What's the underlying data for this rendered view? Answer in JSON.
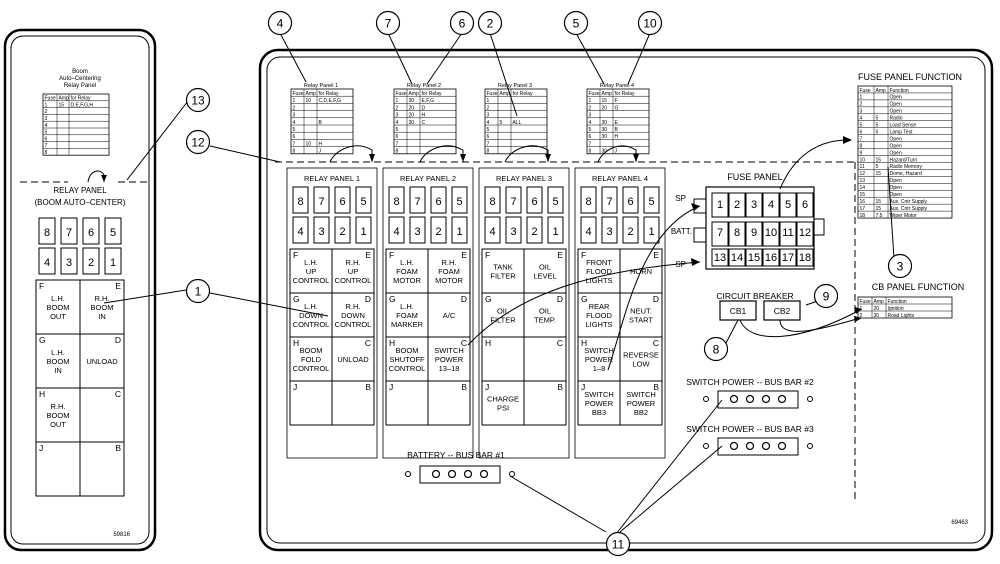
{
  "left_panel": {
    "title_lines": [
      "Boom",
      "Auto–Centering",
      "Relay Panel"
    ],
    "table_header": [
      "Fuse",
      "Amp",
      "for Relay"
    ],
    "table_rows": [
      [
        "1",
        "15",
        "D,E,F,G,H"
      ],
      [
        "2",
        "",
        ""
      ],
      [
        "3",
        "",
        ""
      ],
      [
        "4",
        "",
        ""
      ],
      [
        "5",
        "",
        ""
      ],
      [
        "6",
        "",
        ""
      ],
      [
        "7",
        "",
        ""
      ],
      [
        "8",
        "",
        ""
      ]
    ],
    "panel_label": [
      "RELAY PANEL",
      "(BOOM AUTO–CENTER)"
    ],
    "sockets_top": [
      "8",
      "7",
      "6",
      "5"
    ],
    "sockets_bottom": [
      "4",
      "3",
      "2",
      "1"
    ],
    "relays": [
      {
        "letter": "F",
        "text": [
          "L.H.",
          "BOOM",
          "OUT"
        ]
      },
      {
        "letter": "E",
        "text": [
          "R.H.",
          "BOOM",
          "IN"
        ]
      },
      {
        "letter": "G",
        "text": [
          "L.H.",
          "BOOM",
          "IN"
        ]
      },
      {
        "letter": "D",
        "text": [
          "UNLOAD"
        ]
      },
      {
        "letter": "H",
        "text": [
          "R.H.",
          "BOOM",
          "OUT"
        ]
      },
      {
        "letter": "C",
        "text": []
      },
      {
        "letter": "J",
        "text": []
      },
      {
        "letter": "B",
        "text": []
      }
    ],
    "drawing_number": "59816"
  },
  "relay_tables": [
    {
      "title": "Relay Panel 1",
      "header": [
        "Fuse",
        "Amp",
        "for Relay"
      ],
      "rows": [
        [
          "1",
          "10",
          "C,D,E,F,G"
        ],
        [
          "2",
          "",
          ""
        ],
        [
          "3",
          "",
          ""
        ],
        [
          "4",
          "",
          "B"
        ],
        [
          "5",
          "",
          ""
        ],
        [
          "6",
          "",
          ""
        ],
        [
          "7",
          "10",
          "H"
        ],
        [
          "8",
          "",
          "J"
        ]
      ]
    },
    {
      "title": "Relay Panel 2",
      "header": [
        "Fuse",
        "Amp",
        "for Relay"
      ],
      "rows": [
        [
          "1",
          "30",
          "E,F,G"
        ],
        [
          "2",
          "20",
          "D"
        ],
        [
          "3",
          "20",
          "H"
        ],
        [
          "4",
          "30",
          "C"
        ],
        [
          "5",
          "",
          ""
        ],
        [
          "6",
          "",
          ""
        ],
        [
          "7",
          "",
          ""
        ],
        [
          "8",
          "",
          ""
        ]
      ]
    },
    {
      "title": "Relay Panel 3",
      "header": [
        "Fuse",
        "Amp",
        "for Relay"
      ],
      "rows": [
        [
          "1",
          "",
          ""
        ],
        [
          "2",
          "",
          ""
        ],
        [
          "3",
          "",
          ""
        ],
        [
          "4",
          "5",
          "ALL"
        ],
        [
          "5",
          "",
          ""
        ],
        [
          "6",
          "",
          ""
        ],
        [
          "7",
          "",
          ""
        ],
        [
          "8",
          "",
          ""
        ]
      ]
    },
    {
      "title": "Relay Panel 4",
      "header": [
        "Fuse",
        "Amp",
        "for Relay"
      ],
      "rows": [
        [
          "1",
          "15",
          "F"
        ],
        [
          "2",
          "20",
          "G"
        ],
        [
          "3",
          "",
          ""
        ],
        [
          "4",
          "30",
          "E"
        ],
        [
          "5",
          "30",
          "B"
        ],
        [
          "6",
          "30",
          "H"
        ],
        [
          "7",
          "",
          ""
        ],
        [
          "8",
          "30",
          "J"
        ]
      ]
    }
  ],
  "relay_panels": [
    {
      "title": "RELAY PANEL 1",
      "relays": [
        {
          "letter": "F",
          "text": [
            "L.H.",
            "UP",
            "CONTROL"
          ]
        },
        {
          "letter": "E",
          "text": [
            "R.H.",
            "UP",
            "CONTROL"
          ]
        },
        {
          "letter": "G",
          "text": [
            "L.H.",
            "DOWN",
            "CONTROL"
          ]
        },
        {
          "letter": "D",
          "text": [
            "R.H.",
            "DOWN",
            "CONTROL"
          ]
        },
        {
          "letter": "H",
          "text": [
            "BOOM",
            "FOLD",
            "CONTROL"
          ]
        },
        {
          "letter": "C",
          "text": [
            "UNLOAD"
          ]
        },
        {
          "letter": "J",
          "text": []
        },
        {
          "letter": "B",
          "text": []
        }
      ]
    },
    {
      "title": "RELAY PANEL 2",
      "relays": [
        {
          "letter": "F",
          "text": [
            "L.H.",
            "FOAM",
            "MOTOR"
          ]
        },
        {
          "letter": "E",
          "text": [
            "R.H.",
            "FOAM",
            "MOTOR"
          ]
        },
        {
          "letter": "G",
          "text": [
            "L.H.",
            "FOAM",
            "MARKER"
          ]
        },
        {
          "letter": "D",
          "text": [
            "A/C"
          ]
        },
        {
          "letter": "H",
          "text": [
            "BOOM",
            "SHUTOFF",
            "CONTROL"
          ]
        },
        {
          "letter": "C",
          "text": [
            "SWITCH",
            "POWER",
            "13–18"
          ]
        },
        {
          "letter": "J",
          "text": []
        },
        {
          "letter": "B",
          "text": []
        }
      ]
    },
    {
      "title": "RELAY PANEL 3",
      "relays": [
        {
          "letter": "F",
          "text": [
            "TANK",
            "FILTER"
          ]
        },
        {
          "letter": "E",
          "text": [
            "OIL",
            "LEVEL"
          ]
        },
        {
          "letter": "G",
          "text": [
            "OIL",
            "FILTER"
          ]
        },
        {
          "letter": "D",
          "text": [
            "OIL",
            "TEMP."
          ]
        },
        {
          "letter": "H",
          "text": []
        },
        {
          "letter": "C",
          "text": []
        },
        {
          "letter": "J",
          "text": [
            "CHARGE",
            "PSI"
          ]
        },
        {
          "letter": "B",
          "text": []
        }
      ]
    },
    {
      "title": "RELAY PANEL 4",
      "relays": [
        {
          "letter": "F",
          "text": [
            "FRONT",
            "FLOOD",
            "LIGHTS"
          ]
        },
        {
          "letter": "E",
          "text": [
            "HORN"
          ]
        },
        {
          "letter": "G",
          "text": [
            "REAR",
            "FLOOD",
            "LIGHTS"
          ]
        },
        {
          "letter": "D",
          "text": [
            "NEUT.",
            "START"
          ]
        },
        {
          "letter": "H",
          "text": [
            "SWITCH",
            "POWER",
            "1–8"
          ]
        },
        {
          "letter": "C",
          "text": [
            "REVERSE",
            "LOW"
          ]
        },
        {
          "letter": "J",
          "text": [
            "SWITCH",
            "POWER",
            "BB3"
          ]
        },
        {
          "letter": "B",
          "text": [
            "SWITCH",
            "POWER",
            "BB2"
          ]
        }
      ]
    }
  ],
  "socket_labels_top": [
    "8",
    "7",
    "6",
    "5"
  ],
  "socket_labels_bottom": [
    "4",
    "3",
    "2",
    "1"
  ],
  "fuse_panel": {
    "title": "FUSE PANEL",
    "sp": "SP",
    "batt": "BATT.",
    "top_row": [
      "1",
      "2",
      "3",
      "4",
      "5",
      "6"
    ],
    "bottom_row": [
      "7",
      "8",
      "9",
      "10",
      "11",
      "12"
    ],
    "bottom_row_b": [
      "13",
      "14",
      "15",
      "16",
      "17",
      "18"
    ]
  },
  "fuse_function": {
    "title": "FUSE PANEL FUNCTION",
    "header": [
      "Fuse",
      "Amp",
      "Function"
    ],
    "rows": [
      [
        "1",
        "",
        "Open"
      ],
      [
        "2",
        "",
        "Open"
      ],
      [
        "3",
        "",
        "Open"
      ],
      [
        "4",
        "5",
        "Radio"
      ],
      [
        "5",
        "5",
        "Load Sense"
      ],
      [
        "6",
        "5",
        "Lamp Test"
      ],
      [
        "7",
        "",
        "Open"
      ],
      [
        "8",
        "",
        "Open"
      ],
      [
        "9",
        "",
        "Open"
      ],
      [
        "10",
        "15",
        "Hazard/Turn"
      ],
      [
        "11",
        "5",
        "Radio Memory"
      ],
      [
        "12",
        "15",
        "Dome, Hazard"
      ],
      [
        "13",
        "",
        "Open"
      ],
      [
        "14",
        "",
        "Open"
      ],
      [
        "15",
        "",
        "Open"
      ],
      [
        "16",
        "15",
        "Aux. Cntr Supply"
      ],
      [
        "17",
        "15",
        "Aux. Cntr Supply"
      ],
      [
        "18",
        "7.5",
        "Wiper Motor"
      ]
    ]
  },
  "circuit_breaker": {
    "title": "CIRCUIT  BREAKER",
    "cb1": "CB1",
    "cb2": "CB2"
  },
  "cb_function": {
    "title": "CB PANEL FUNCTION",
    "header": [
      "Fuse",
      "Amp",
      "Function"
    ],
    "rows": [
      [
        "1",
        "20",
        "Ignition"
      ],
      [
        "2",
        "30",
        "Road Lights"
      ]
    ]
  },
  "bus_bars": [
    {
      "label": "SWITCH  POWER  --  BUS  BAR  #2"
    },
    {
      "label": "SWITCH  POWER  --  BUS  BAR  #3"
    },
    {
      "label": "BATTERY  --  BUS  BAR  #1"
    }
  ],
  "callouts": [
    "1",
    "2",
    "3",
    "4",
    "5",
    "6",
    "7",
    "8",
    "9",
    "10",
    "11",
    "12",
    "13"
  ],
  "drawing_number": "69463"
}
